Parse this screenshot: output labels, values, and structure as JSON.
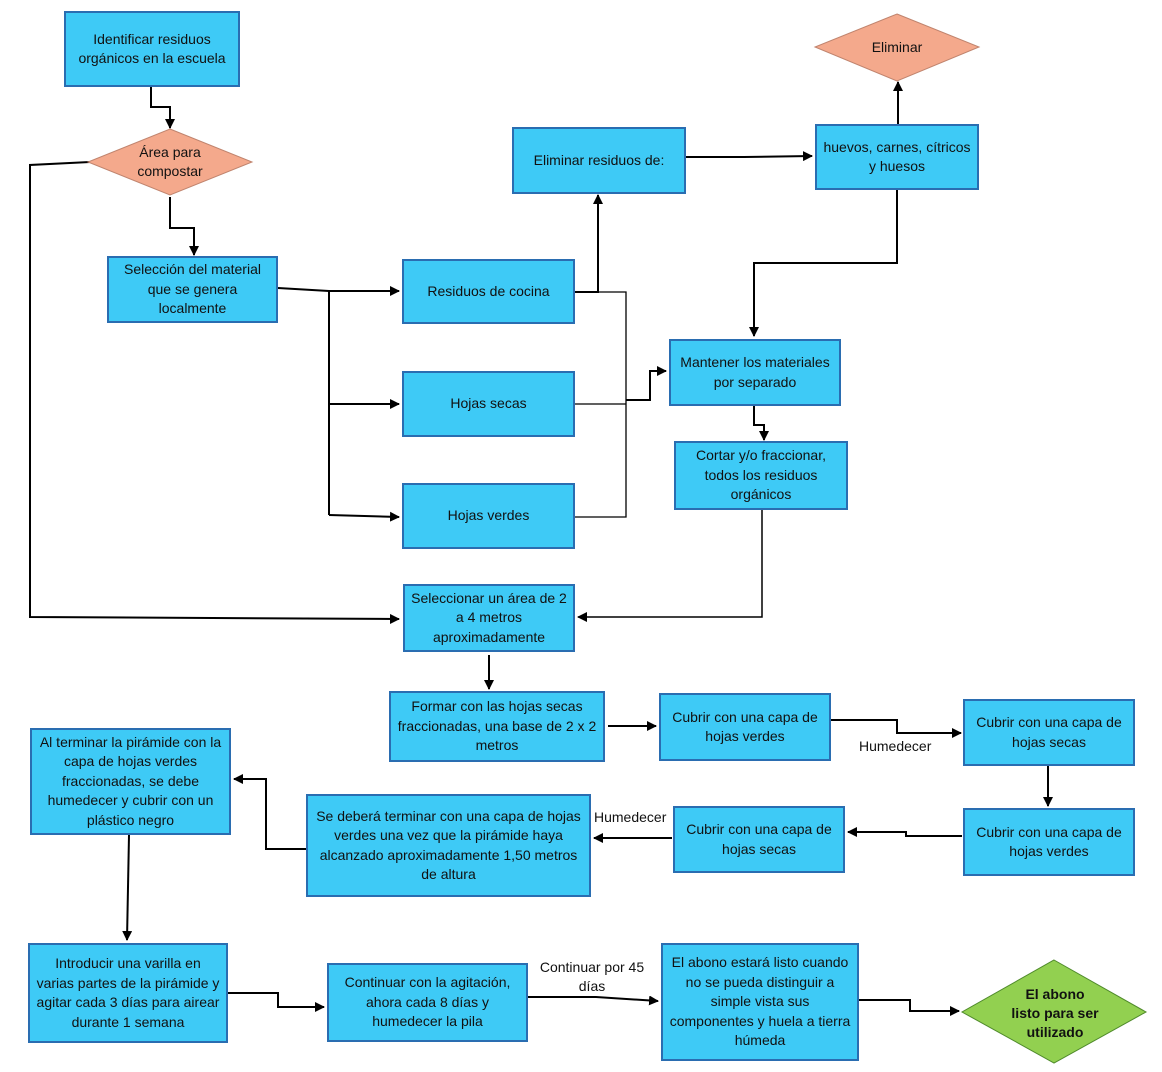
{
  "nodes": {
    "identificar": "Identificar residuos orgánicos en la escuela",
    "area_compostar": "Área para compostar",
    "seleccion": "Selección del material que se genera localmente",
    "residuos_cocina": "Residuos de cocina",
    "hojas_secas": "Hojas secas",
    "hojas_verdes": "Hojas verdes",
    "eliminar_residuos": "Eliminar residuos de:",
    "huevos": "huevos, carnes, cítricos y huesos",
    "eliminar": "Eliminar",
    "mantener": "Mantener los materiales por separado",
    "cortar": "Cortar y/o fraccionar, todos los residuos orgánicos",
    "seleccionar_area": "Seleccionar un área de 2 a 4 metros aproximadamente",
    "formar": "Formar con las hojas secas fraccionadas, una base de 2 x 2 metros",
    "cubrir_verdes_1": "Cubrir con una capa de hojas verdes",
    "cubrir_secas_1": "Cubrir con una capa de hojas secas",
    "cubrir_verdes_2": "Cubrir con una capa de hojas verdes",
    "cubrir_secas_2": "Cubrir con una capa de hojas secas",
    "terminar_capa": "Se deberá terminar con una capa de hojas verdes una vez que la pirámide haya alcanzado aproximadamente 1,50 metros de altura",
    "al_terminar": "Al terminar la pirámide con la capa de hojas verdes fraccionadas, se debe humedecer y cubrir con un plástico negro",
    "introducir": "Introducir una varilla en varias partes de la pirámide y agitar cada 3 días para airear durante 1 semana",
    "continuar": "Continuar con la agitación, ahora cada 8 días y humedecer la pila",
    "abono_estara": "El abono estará listo cuando no se pueda distinguir a simple vista sus componentes y huela a tierra húmeda",
    "abono_listo": "El abono listo para ser utilizado"
  },
  "edge_labels": {
    "humedecer_1": "Humedecer",
    "humedecer_2": "Humedecer",
    "continuar_45": "Continuar por 45 días"
  },
  "colors": {
    "process_fill": "#3ecaf6",
    "process_border": "#2a6db1",
    "decision_fill": "#f4a98c",
    "terminal_fill": "#92d050",
    "line": "#000000"
  }
}
